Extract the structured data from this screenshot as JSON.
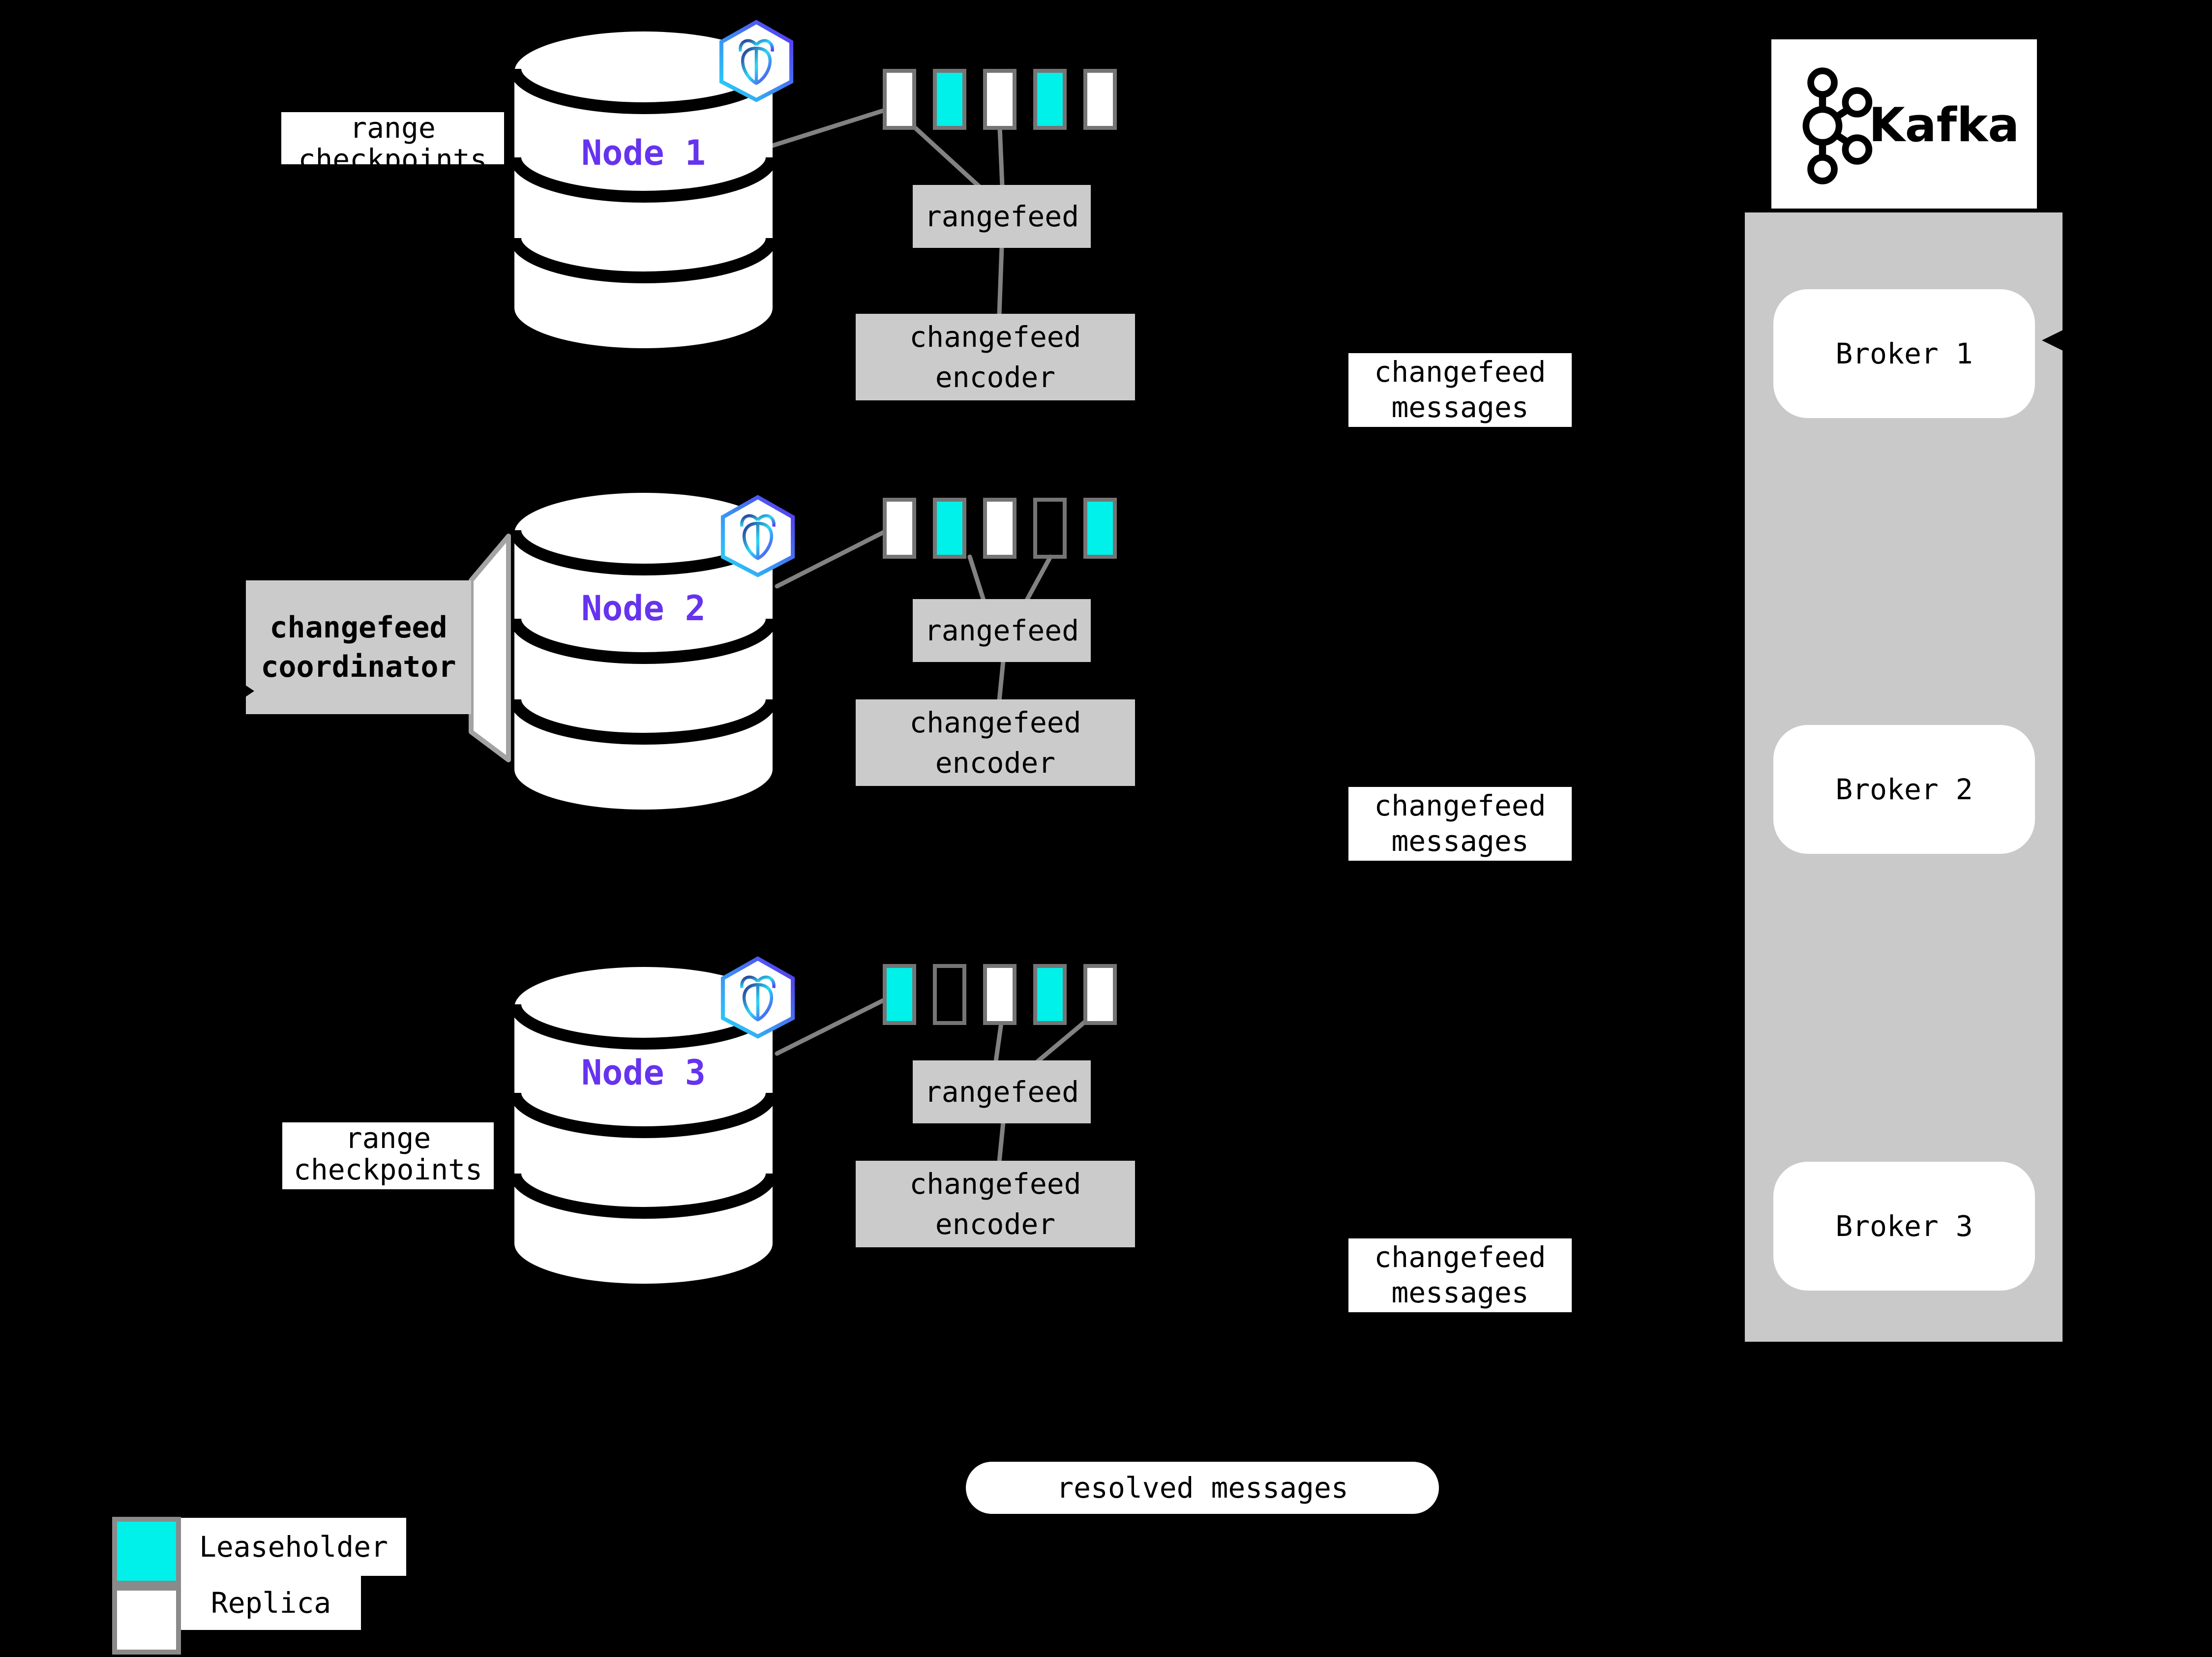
{
  "colors": {
    "background": "#000000",
    "leaseholder_cyan": "#00f0ea",
    "replica_white": "#ffffff",
    "box_gray": "#cbcbcb",
    "kafka_container_gray": "#c9c9c9",
    "node_label_purple": "#6633ee",
    "connector_gray": "#828282",
    "square_border_gray": "#757575"
  },
  "icons": {
    "node_badge": "cockroachdb-icon",
    "kafka_logo": "kafka-logo-icon",
    "arrowhead": "arrowhead-icon"
  },
  "nodes": [
    {
      "label": "Node 1",
      "rangefeed": "rangefeed",
      "encoder_line1": "changefeed",
      "encoder_line2": "encoder",
      "ranges": [
        "replica",
        "leaseholder",
        "replica",
        "leaseholder",
        "replica"
      ]
    },
    {
      "label": "Node 2",
      "rangefeed": "rangefeed",
      "encoder_line1": "changefeed",
      "encoder_line2": "encoder",
      "ranges": [
        "replica",
        "leaseholder",
        "replica",
        "outline",
        "leaseholder"
      ]
    },
    {
      "label": "Node 3",
      "rangefeed": "rangefeed",
      "encoder_line1": "changefeed",
      "encoder_line2": "encoder",
      "ranges": [
        "leaseholder",
        "outline",
        "replica",
        "leaseholder",
        "replica"
      ]
    }
  ],
  "annotations": {
    "range_checkpoints_line1": "range",
    "range_checkpoints_line2": "checkpoints",
    "coordinator_line1": "changefeed",
    "coordinator_line2": "coordinator",
    "messages_line1": "changefeed",
    "messages_line2": "messages",
    "resolved_messages": "resolved messages"
  },
  "kafka": {
    "title": "Kafka",
    "brokers": [
      "Broker 1",
      "Broker 2",
      "Broker 3"
    ]
  },
  "legend": [
    {
      "swatch": "leaseholder",
      "label": "Leaseholder"
    },
    {
      "swatch": "replica",
      "label": "Replica"
    }
  ]
}
